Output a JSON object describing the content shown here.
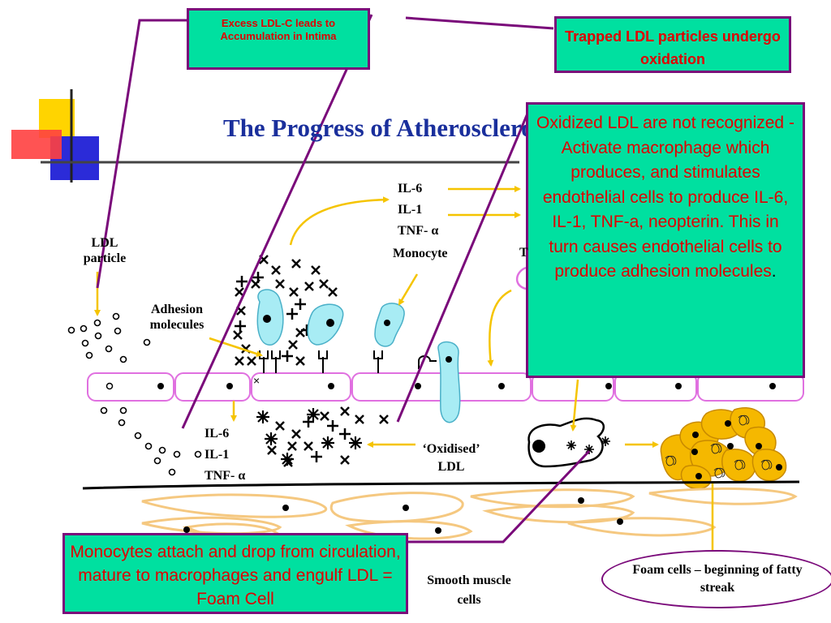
{
  "title": "The Progress of Atherosclerosis",
  "callouts": {
    "excess_ldl": "Excess LDL-C leads to Accumulation in Intima",
    "trapped_ldl": "Trapped LDL particles undergo oxidation",
    "oxidized_ldl_main": "Oxidized LDL are not recognized  - Activate macrophage which produces, and stimulates endothelial cells to produce IL-6, IL-1, TNF-a, neopterin. This in turn causes endothelial cells to produce adhesion molecules",
    "oxidized_ldl_period": ".",
    "monocytes": "Monocytes attach and drop from circulation, mature to macrophages and engulf LDL = Foam Cell",
    "foam_cells": "Foam cells – beginning of fatty streak"
  },
  "labels": {
    "ldl_particle": "LDL particle",
    "adhesion_molecules": "Adhesion molecules",
    "monocyte": "Monocyte",
    "cytokines_top": [
      "IL-6",
      "IL-1",
      "TNF- α"
    ],
    "cytokines_bottom": [
      "IL-6",
      "IL-1",
      "TNF- α"
    ],
    "oxidised_ldl": "‘Oxidised’ LDL",
    "smooth_muscle": "Smooth muscle cells",
    "partial_t": "T"
  },
  "colors": {
    "callout_fill": "#00e0a0",
    "callout_border": "#7a0a7a",
    "callout_text": "#e00000",
    "title": "#1a2f9c",
    "arrow": "#f5c400",
    "endothelium": "#e070e0",
    "monocyte_fill": "#a8ecf4",
    "foam_cell": "#f5b800",
    "smooth_muscle": "#f5c880"
  }
}
